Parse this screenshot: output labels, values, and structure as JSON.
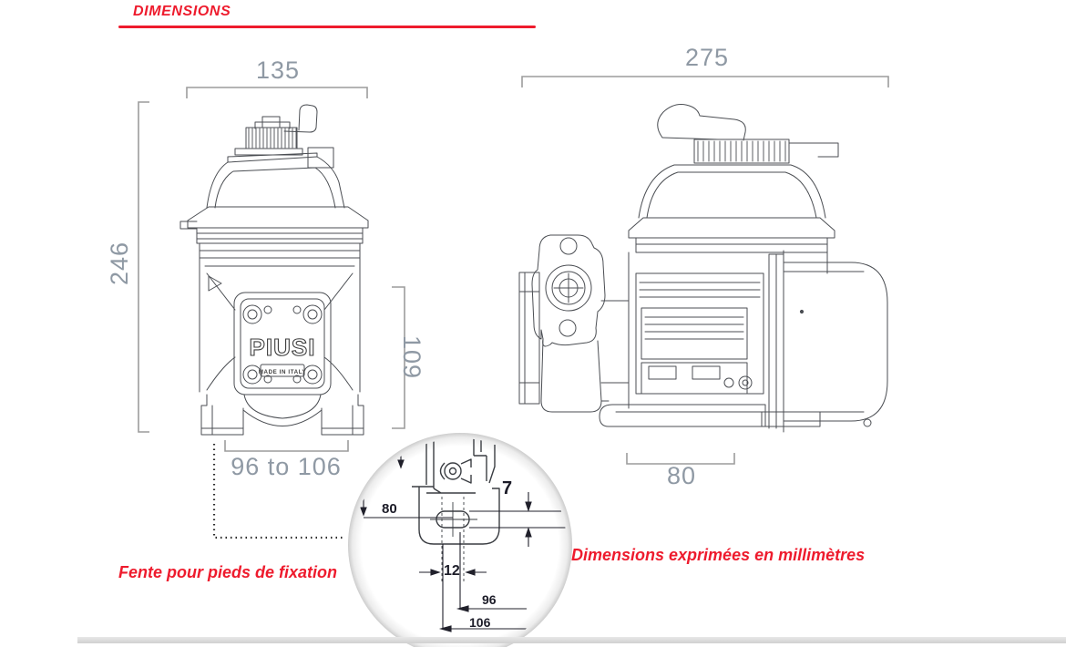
{
  "header": {
    "title": "DIMENSIONS"
  },
  "colors": {
    "accent": "#ee1b2d",
    "dimension_text": "#8f99a4",
    "drawing_line": "#4b4e53",
    "detail_ink": "#1c1c28"
  },
  "front_view": {
    "width_mm": "135",
    "height_mm": "246",
    "pump_body_height_mm": "109",
    "foot_slot_span_mm": "96 to 106",
    "logo": "PIUSI",
    "logo_sub": "MADE IN ITALY"
  },
  "side_view": {
    "length_mm": "275",
    "foot_width_mm": "80"
  },
  "detail_view": {
    "slot_offset_mm": "80",
    "slot_height_mm": "7",
    "slot_width_mm": "12",
    "inner_span_mm": "96",
    "outer_span_mm": "106"
  },
  "captions": {
    "slot_note": "Fente pour pieds de fixation",
    "units_note": "Dimensions exprimées en millimètres"
  }
}
